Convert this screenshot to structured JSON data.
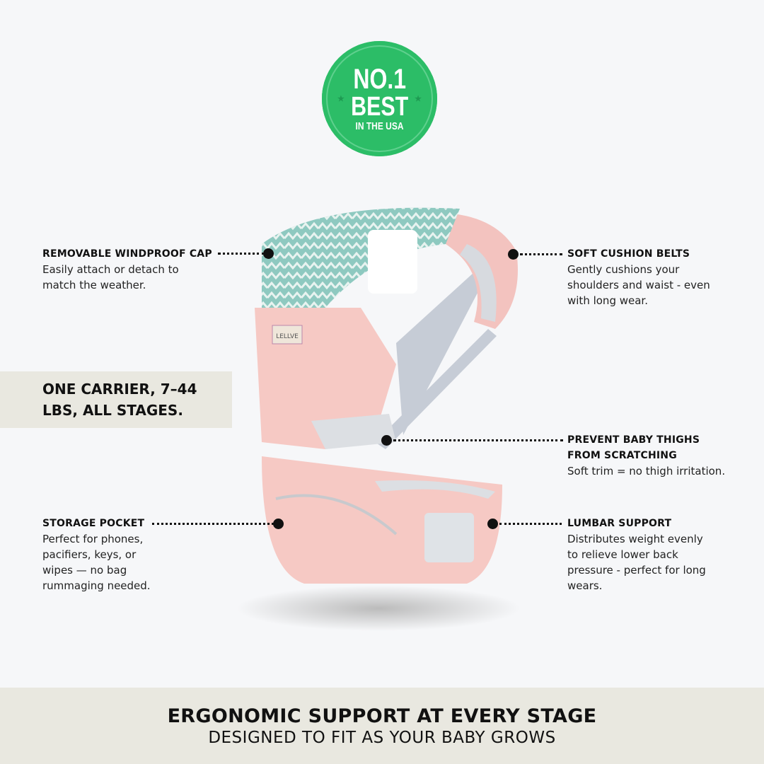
{
  "badge": {
    "line1": "NO.1",
    "line2": "BEST",
    "line3": "IN THE USA"
  },
  "product": {
    "brand_label": "LELLVE"
  },
  "callouts": {
    "windproof": {
      "title": "REMOVABLE WINDPROOF CAP",
      "text": [
        "Easily attach or detach to",
        "match the weather."
      ]
    },
    "cushion": {
      "title": "SOFT CUSHION BELTS",
      "text": [
        "Gently cushions your",
        "shoulders and waist - even",
        "with long wear."
      ]
    },
    "thighs": {
      "title": [
        "PREVENT BABY THIGHS",
        "FROM SCRATCHING"
      ],
      "text": [
        "Soft trim = no thigh irritation."
      ]
    },
    "storage": {
      "title": "STORAGE POCKET",
      "text": [
        "Perfect for phones,",
        "pacifiers, keys, or",
        "wipes — no bag",
        "rummaging needed."
      ]
    },
    "lumbar": {
      "title": "LUMBAR SUPPORT",
      "text": [
        "Distributes weight evenly",
        "to relieve lower back",
        "pressure - perfect for long",
        "wears."
      ]
    }
  },
  "banner": {
    "line1": "ONE CARRIER, 7–44",
    "line2": "LBS, ALL STAGES."
  },
  "footer": {
    "title": "ERGONOMIC SUPPORT AT EVERY STAGE",
    "subtitle": "DESIGNED TO FIT AS YOUR BABY GROWS"
  },
  "colors": {
    "badge": "#2cbd67",
    "carrier": "#f6c9c4",
    "cap": "#8ec9c0",
    "banner": "#e9e8e0"
  }
}
